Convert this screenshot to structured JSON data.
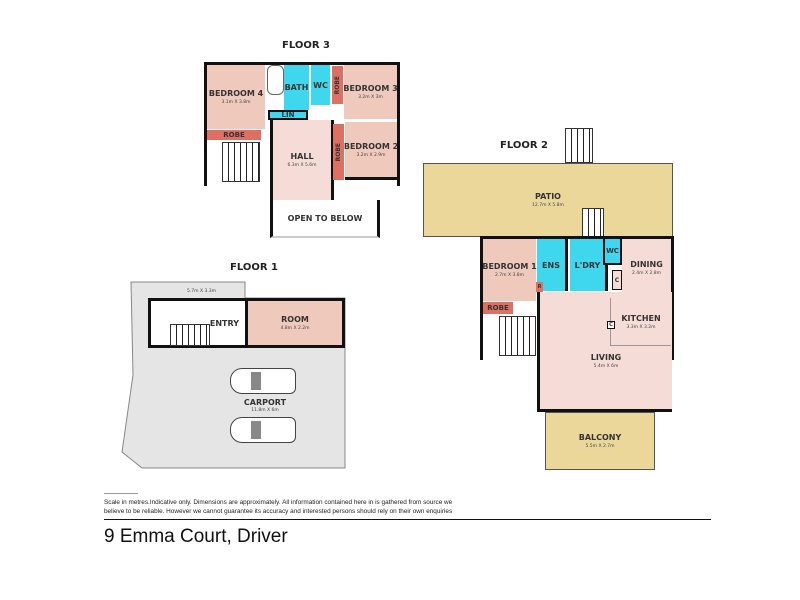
{
  "floor3": {
    "title": "FLOOR 3",
    "rooms": {
      "bedroom4": {
        "label": "BEDROOM 4",
        "dims": "3.1m X 3.8m"
      },
      "bath": {
        "label": "BATH"
      },
      "wc": {
        "label": "WC"
      },
      "robe_a": {
        "label": "ROBE"
      },
      "bedroom3": {
        "label": "BEDROOM 3",
        "dims": "3.2m X 3m"
      },
      "robe_b": {
        "label": "ROBE"
      },
      "lin": {
        "label": "LIN"
      },
      "hall": {
        "label": "HALL",
        "dims": "6.3m X 5.6m"
      },
      "robe_c": {
        "label": "ROBE"
      },
      "bedroom2": {
        "label": "BEDROOM 2",
        "dims": "3.2m X 2.9m"
      },
      "open": {
        "label": "OPEN TO BELOW"
      }
    }
  },
  "floor2": {
    "title": "FLOOR 2",
    "rooms": {
      "patio": {
        "label": "PATIO",
        "dims": "12.7m X 5.8m"
      },
      "bedroom1": {
        "label": "BEDROOM 1",
        "dims": "2.7m X 3.8m"
      },
      "robe": {
        "label": "ROBE"
      },
      "ens": {
        "label": "ENS"
      },
      "r": {
        "label": "R"
      },
      "ldry": {
        "label": "L'DRY"
      },
      "wc": {
        "label": "WC"
      },
      "c": {
        "label": "C"
      },
      "dining": {
        "label": "DINING",
        "dims": "2.4m X 2.8m"
      },
      "kitchen": {
        "label": "KITCHEN",
        "dims": "3.3m X 3.2m"
      },
      "c2": {
        "label": "C"
      },
      "living": {
        "label": "LIVING",
        "dims": "5.4m X 6m"
      },
      "balcony": {
        "label": "BALCONY",
        "dims": "5.5m X 2.7m"
      }
    }
  },
  "floor1": {
    "title": "FLOOR 1",
    "rooms": {
      "outdoor": {
        "dims": "5.7m X 3.3m"
      },
      "entry": {
        "label": "ENTRY"
      },
      "room": {
        "label": "ROOM",
        "dims": "4.8m X 2.2m"
      },
      "carport": {
        "label": "CARPORT",
        "dims": "11.8m X 6m"
      }
    }
  },
  "footer": {
    "disclaimer_line1": "Scale in metres.Indicative only. Dimensions are approximately. All information contained here in is gathered from source we",
    "disclaimer_line2": "believe to be reliable. However we cannot guarantee its accuracy and interested persons should rely on their own enquiries",
    "address": "9 Emma Court, Driver"
  }
}
